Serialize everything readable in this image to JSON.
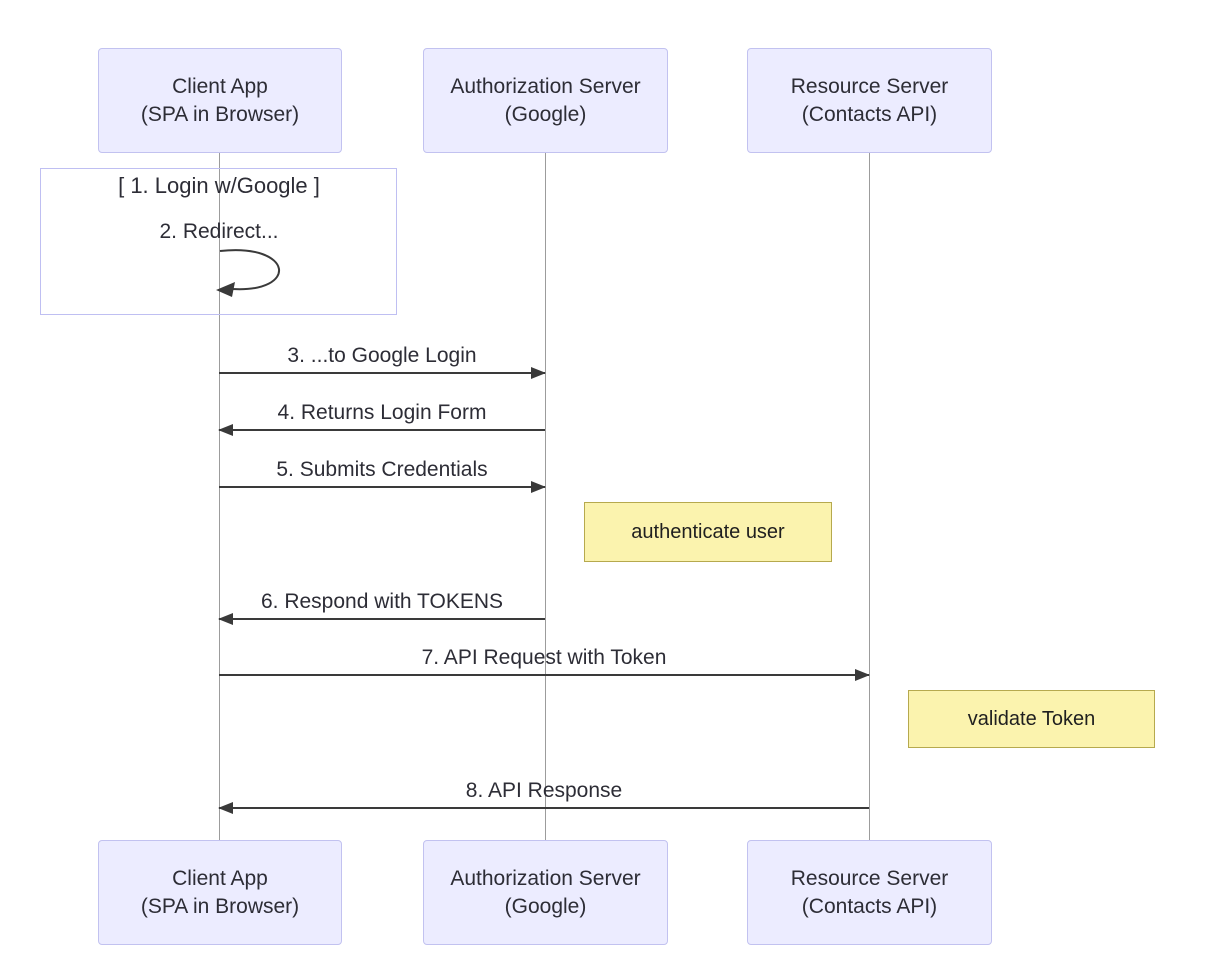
{
  "diagram_type": "sequence",
  "actors": [
    {
      "id": "client",
      "line1": "Client App",
      "line2": "(SPA in Browser)"
    },
    {
      "id": "auth",
      "line1": "Authorization Server",
      "line2": "(Google)"
    },
    {
      "id": "resource",
      "line1": "Resource Server",
      "line2": "(Contacts API)"
    }
  ],
  "frame": {
    "label": "[ 1. Login w/Google ]"
  },
  "self_message": {
    "label": "2. Redirect...",
    "actor": "client"
  },
  "messages": [
    {
      "label": "3. ...to Google Login",
      "from": "client",
      "to": "auth"
    },
    {
      "label": "4. Returns Login Form",
      "from": "auth",
      "to": "client"
    },
    {
      "label": "5. Submits Credentials",
      "from": "client",
      "to": "auth"
    },
    {
      "label": "6. Respond with TOKENS",
      "from": "auth",
      "to": "client"
    },
    {
      "label": "7. API Request with Token",
      "from": "client",
      "to": "resource"
    },
    {
      "label": "8. API Response",
      "from": "resource",
      "to": "client"
    }
  ],
  "notes": [
    {
      "label": "authenticate user",
      "position": "right of auth"
    },
    {
      "label": "validate Token",
      "position": "right of resource"
    }
  ],
  "colors": {
    "actor_fill": "#ECECFF",
    "actor_border": "#C2C2F0",
    "note_fill": "#FBF3AE",
    "note_border": "#B6A94E",
    "line": "#3a3a3a",
    "lifeline": "#9c9c9c",
    "frame_border": "#BFBFF2",
    "text": "#2d2d36"
  }
}
